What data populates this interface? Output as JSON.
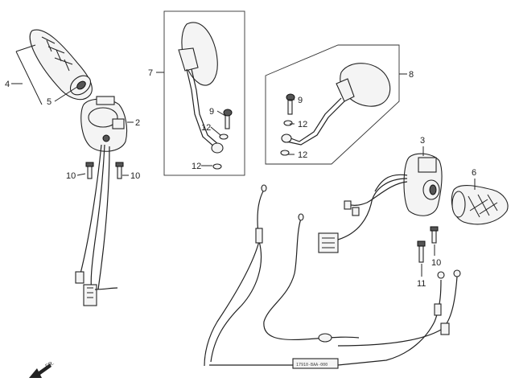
{
  "callouts": {
    "c1": "4",
    "c2": "5",
    "c3": "2",
    "c4": "10",
    "c5": "10",
    "c6": "7",
    "c7": "9",
    "c8": "12",
    "c9": "12",
    "c10": "8",
    "c11": "9",
    "c12": "12",
    "c13": "12",
    "c14": "3",
    "c15": "6",
    "c16": "10",
    "c17": "11"
  },
  "direction_label": "FR.",
  "cable_tag": "17910-BAA-000"
}
